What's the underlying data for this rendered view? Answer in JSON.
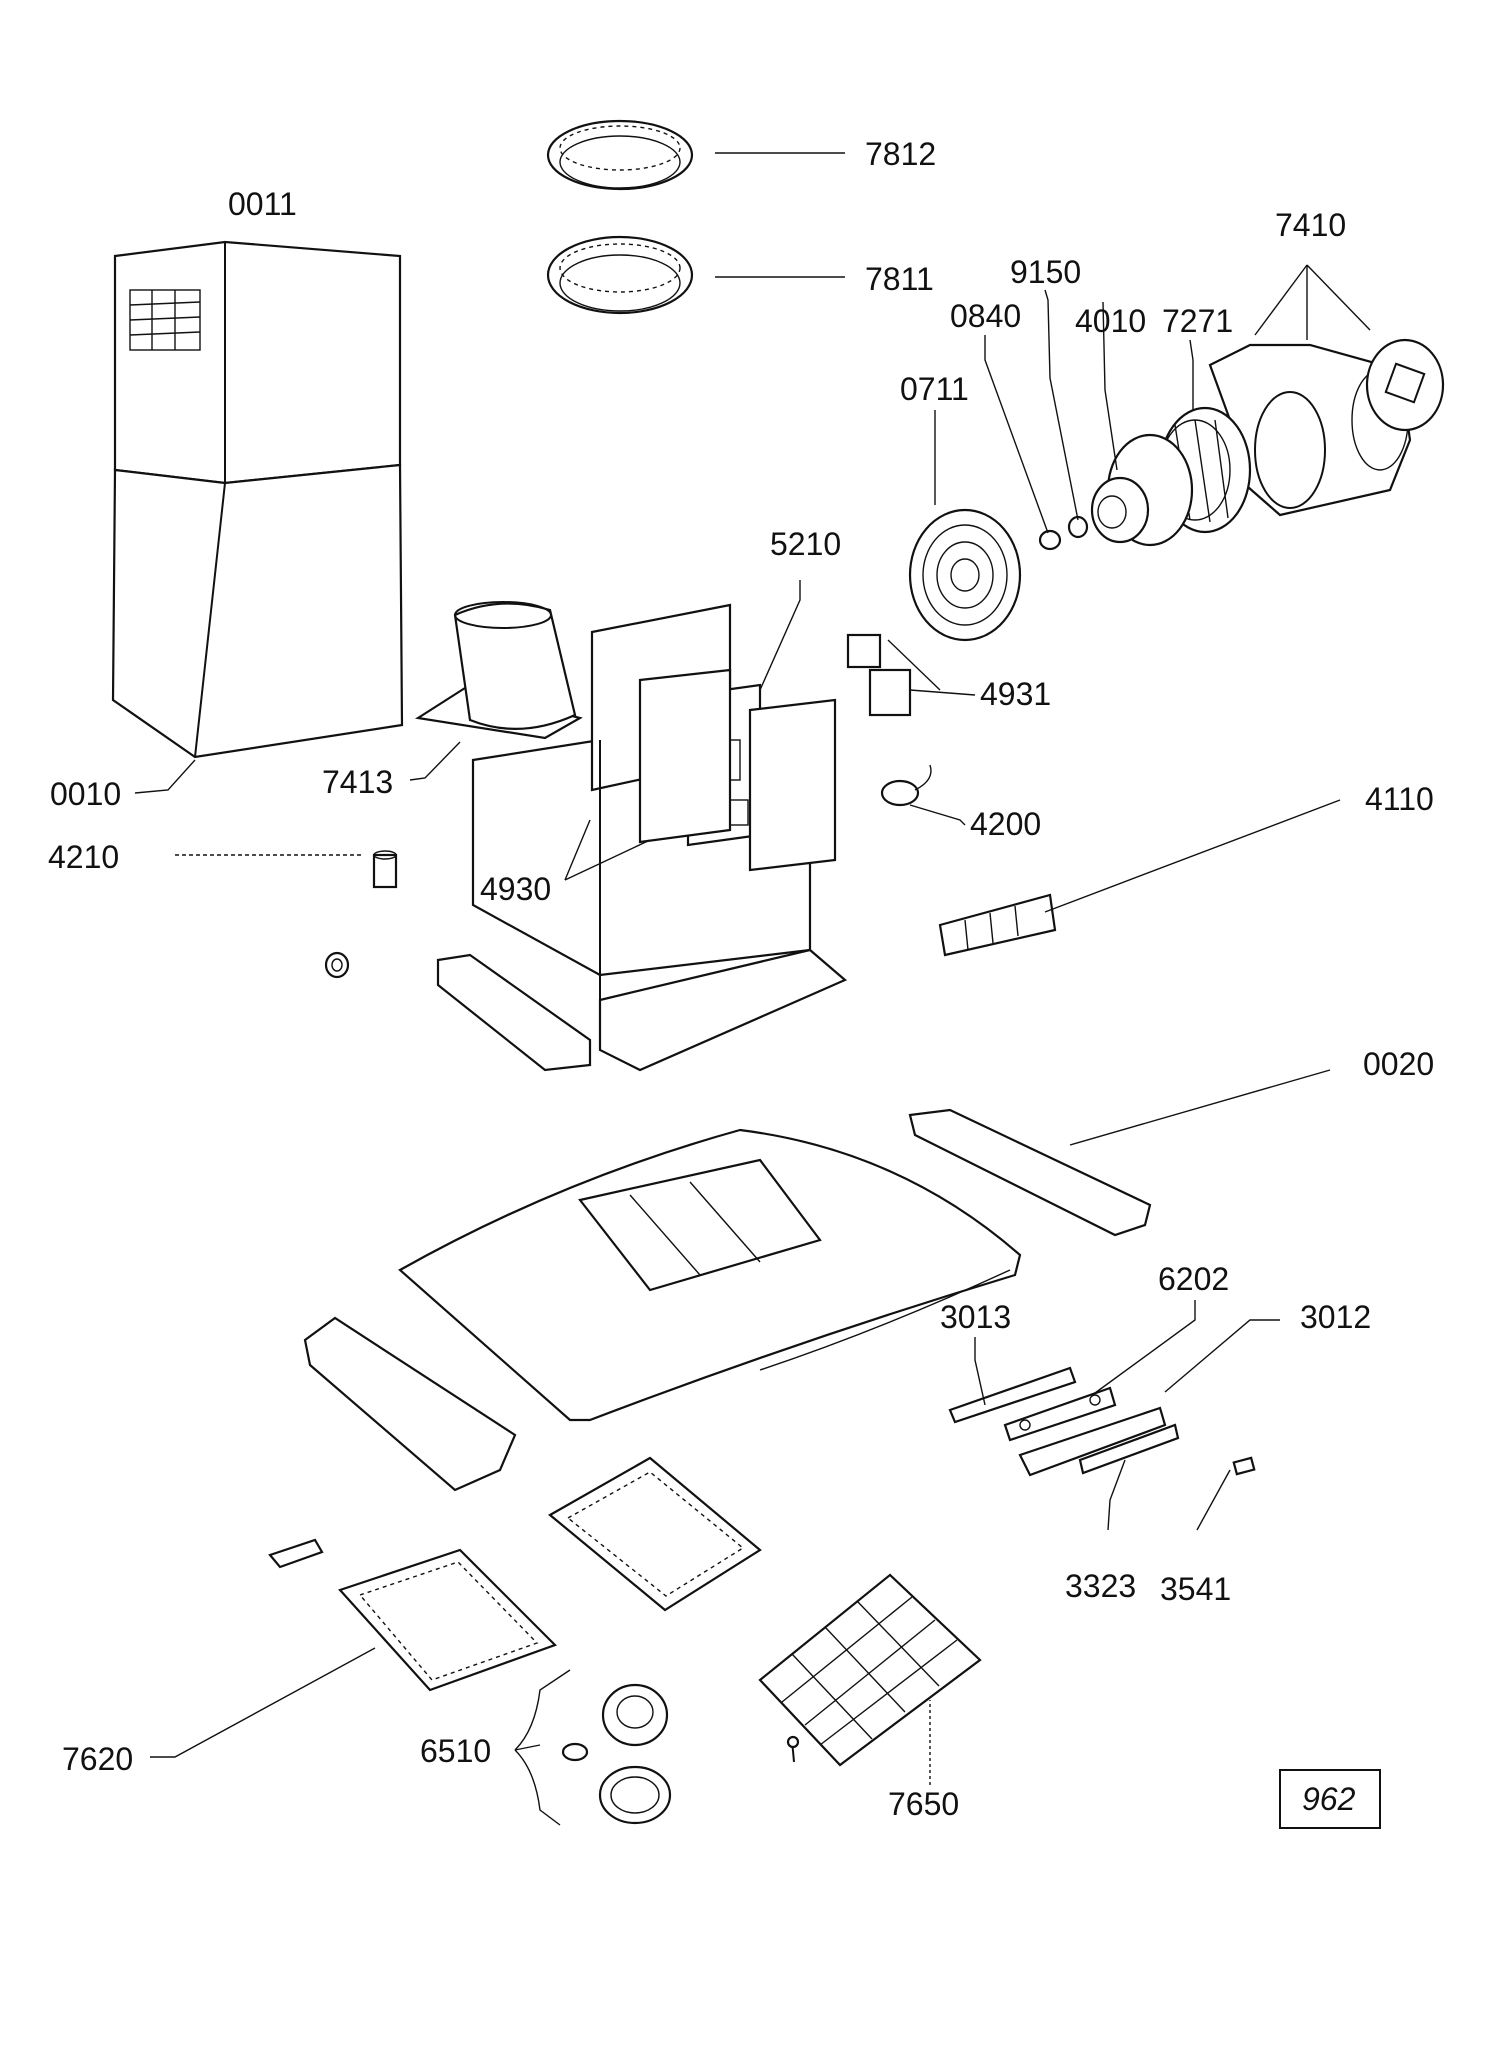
{
  "diagram": {
    "labels": {
      "p7812": "7812",
      "p7811": "7811",
      "p0011": "0011",
      "p7410": "7410",
      "p9150": "9150",
      "p0840": "0840",
      "p4010": "4010",
      "p7271": "7271",
      "p0711": "0711",
      "p5210": "5210",
      "p4931": "4931",
      "p0010": "0010",
      "p7413": "7413",
      "p4200": "4200",
      "p4110": "4110",
      "p4210": "4210",
      "p4930": "4930",
      "p0020": "0020",
      "p6202": "6202",
      "p3013": "3013",
      "p3012": "3012",
      "p3323": "3323",
      "p3541": "3541",
      "p7620": "7620",
      "p6510": "6510",
      "p7650": "7650"
    },
    "reference_number": "962"
  }
}
